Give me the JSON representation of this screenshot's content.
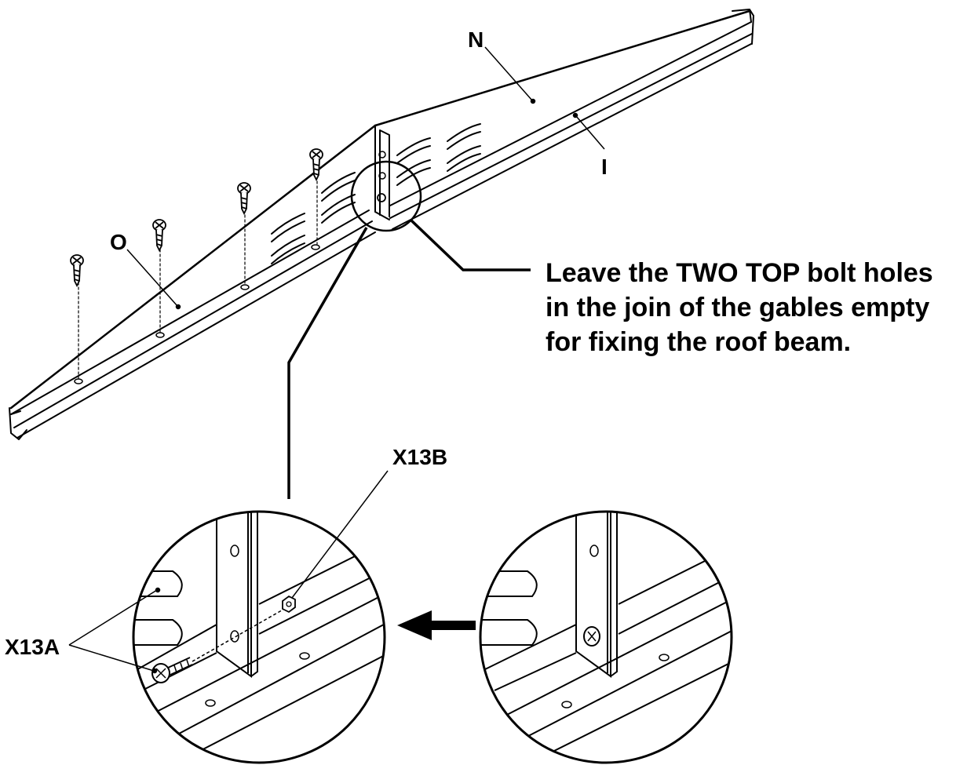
{
  "labels": {
    "part_n": "N",
    "part_i": "I",
    "part_o": "O",
    "x13b": "X13B",
    "x13a": "X13A"
  },
  "instruction": {
    "line1": "Leave the TWO TOP bolt holes",
    "line2": "in the join of the gables empty",
    "line3": "for fixing the roof beam."
  },
  "colors": {
    "ink": "#000000",
    "paper": "#ffffff"
  }
}
